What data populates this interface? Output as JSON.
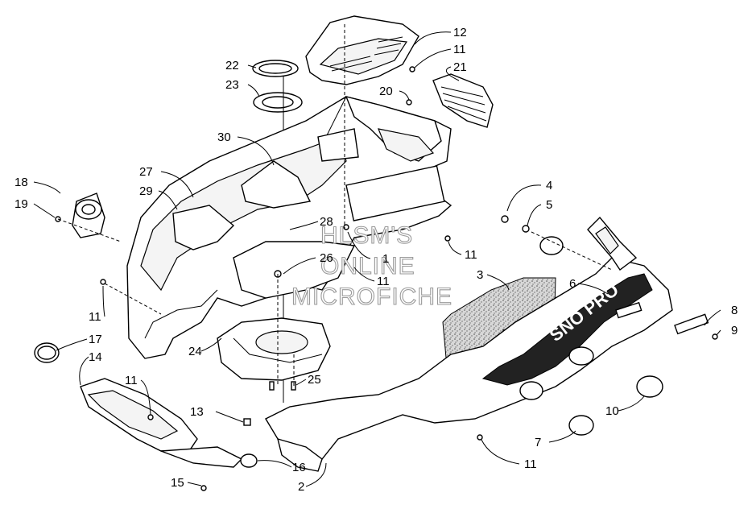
{
  "watermark": {
    "line1": "HLSM'S",
    "line2": "ONLINE",
    "line3": "MICROFICHE"
  },
  "decal_text": "SNO PRO",
  "callouts": [
    {
      "id": "c12",
      "text": "12"
    },
    {
      "id": "c11a",
      "text": "11"
    },
    {
      "id": "c21",
      "text": "21"
    },
    {
      "id": "c22",
      "text": "22"
    },
    {
      "id": "c23",
      "text": "23"
    },
    {
      "id": "c20",
      "text": "20"
    },
    {
      "id": "c30",
      "text": "30"
    },
    {
      "id": "c27",
      "text": "27"
    },
    {
      "id": "c18",
      "text": "18"
    },
    {
      "id": "c29",
      "text": "29"
    },
    {
      "id": "c19",
      "text": "19"
    },
    {
      "id": "c4",
      "text": "4"
    },
    {
      "id": "c5",
      "text": "5"
    },
    {
      "id": "c28",
      "text": "28"
    },
    {
      "id": "c11b",
      "text": "11"
    },
    {
      "id": "c1",
      "text": "1"
    },
    {
      "id": "c26",
      "text": "26"
    },
    {
      "id": "c11c",
      "text": "11"
    },
    {
      "id": "c3",
      "text": "3"
    },
    {
      "id": "c6",
      "text": "6"
    },
    {
      "id": "c11d",
      "text": "11"
    },
    {
      "id": "c17",
      "text": "17"
    },
    {
      "id": "c8",
      "text": "8"
    },
    {
      "id": "c9",
      "text": "9"
    },
    {
      "id": "c14",
      "text": "14"
    },
    {
      "id": "c24",
      "text": "24"
    },
    {
      "id": "c11e",
      "text": "11"
    },
    {
      "id": "c25",
      "text": "25"
    },
    {
      "id": "c10",
      "text": "10"
    },
    {
      "id": "c13",
      "text": "13"
    },
    {
      "id": "c7",
      "text": "7"
    },
    {
      "id": "c16",
      "text": "16"
    },
    {
      "id": "c11f",
      "text": "11"
    },
    {
      "id": "c15",
      "text": "15"
    },
    {
      "id": "c2",
      "text": "2"
    }
  ]
}
